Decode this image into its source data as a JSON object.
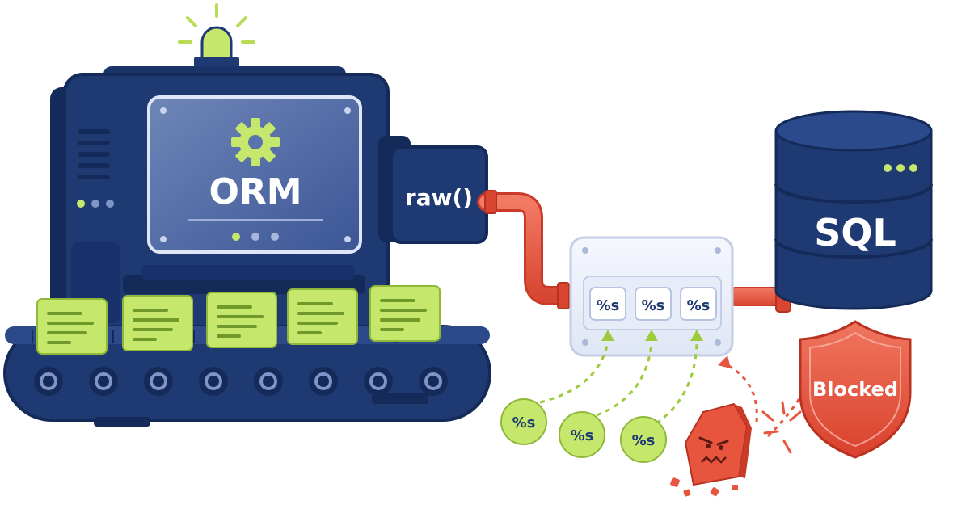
{
  "machine": {
    "screen_label": "ORM",
    "port_label": "raw()"
  },
  "filter": {
    "slots": [
      "%s",
      "%s",
      "%s"
    ]
  },
  "incoming": [
    "%s",
    "%s",
    "%s"
  ],
  "database": {
    "label": "SQL"
  },
  "shield": {
    "label": "Blocked"
  },
  "colors": {
    "navy": "#1f3a73",
    "navy_dark": "#142a58",
    "lime": "#c5e86c",
    "red": "#e8553f",
    "filter_glass": "#eef2fb"
  }
}
